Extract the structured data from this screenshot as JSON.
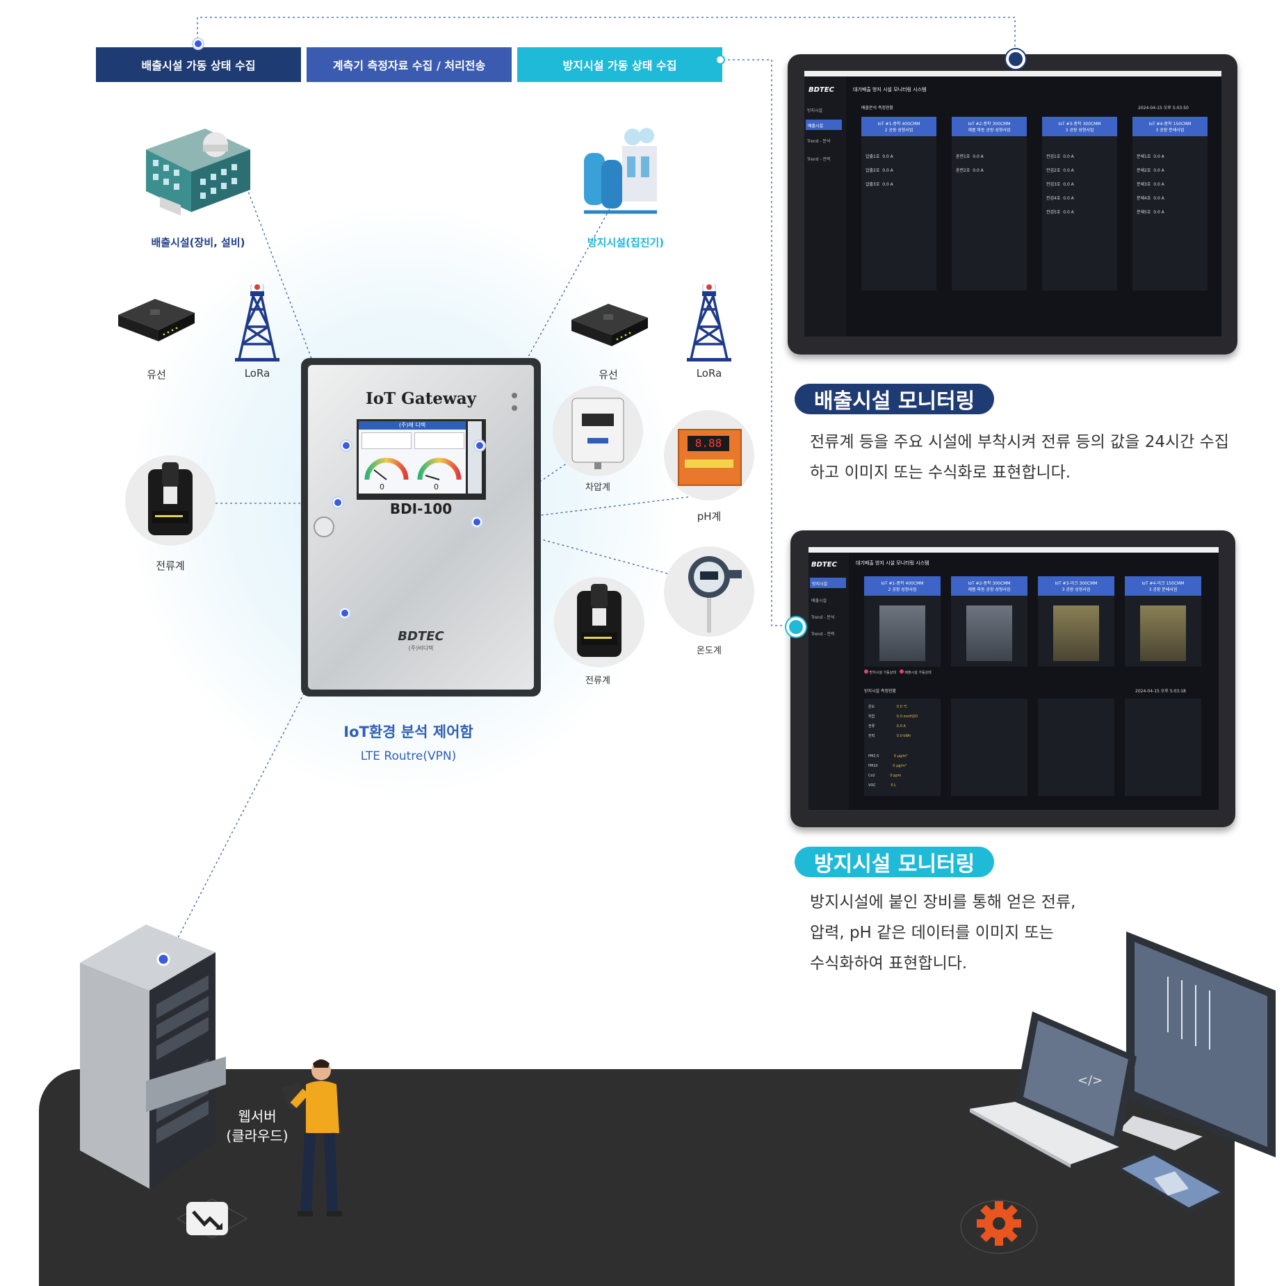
{
  "tabs": [
    {
      "label": "배출시설 가동 상태 수집",
      "color": "#1f3b73"
    },
    {
      "label": "계측기 측정자료 수집 /  처리전송",
      "color": "#3b5bb0"
    },
    {
      "label": "방지시설 가동 상태 수집",
      "color": "#1fbad8"
    }
  ],
  "facilities": {
    "emission": "배출시설(장비, 설비)",
    "prevention": "방지시설(집진기)"
  },
  "network": {
    "wired_left": "유선",
    "lora_left": "LoRa",
    "wired_right": "유선",
    "lora_right": "LoRa"
  },
  "gateway": {
    "title": "IoT Gateway",
    "model": "BDI-100",
    "screen_title": "(주)에 디텍",
    "gauge_left": "0",
    "gauge_right": "0",
    "brand": "BDTEC",
    "brand_sub": "(주)비디텍",
    "caption": "IoT환경 분석 제어함",
    "subcaption": "LTE Routre(VPN)"
  },
  "sensors": {
    "current_left": "전류계",
    "pressure": "차압계",
    "ph": "pH계",
    "ph_display": "8.88",
    "temperature": "온도계",
    "current_right": "전류계"
  },
  "monitor_emission": {
    "pill": "배출시설 모니터링",
    "pill_color": "#1f3b73",
    "text": "전류계 등을 주요 시설에 부착시켜 전류 등의 값을 24시간 수집하고 이미지 또는 수식화로 표현합니다.",
    "app_title": "대기배출 방지 시설 모니터링 시스템",
    "logo": "BDTEC",
    "menu": [
      "방지시설",
      "배출시설",
      "Trend - 분석",
      "Trend - 전력"
    ],
    "section": "배출분석 측정현황",
    "timestamp": "2024-04-15 오후 5:03:50",
    "cards": [
      {
        "title": "IoT #1-중착 400CMM",
        "sub": "2 공장 성형사업",
        "rows": [
          {
            "name": "압출1호",
            "value": "0.0 A"
          },
          {
            "name": "압출2호",
            "value": "0.0 A"
          },
          {
            "name": "압출3호",
            "value": "0.0 A"
          }
        ]
      },
      {
        "title": "IoT #2-중착 300CMM",
        "sub": "제품 파동 공장 성형사업",
        "rows": [
          {
            "name": "혼련1호",
            "value": "0.0 A"
          },
          {
            "name": "혼련2호",
            "value": "0.0 A"
          }
        ]
      },
      {
        "title": "IoT #3-중착 300CMM",
        "sub": "3 공장 성형사업",
        "rows": [
          {
            "name": "컨검1호",
            "value": "0.0 A"
          },
          {
            "name": "컨검2호",
            "value": "0.0 A"
          },
          {
            "name": "컨검3호",
            "value": "0.0 A"
          },
          {
            "name": "컨검4호",
            "value": "0.0 A"
          },
          {
            "name": "컨검5호",
            "value": "0.0 A"
          }
        ]
      },
      {
        "title": "IoT #4-중착 150CMM",
        "sub": "3 공장 분쇄사업",
        "rows": [
          {
            "name": "분쇄1호",
            "value": "0.0 A"
          },
          {
            "name": "분쇄2호",
            "value": "0.0 A"
          },
          {
            "name": "분쇄3호",
            "value": "0.0 A"
          },
          {
            "name": "분쇄4호",
            "value": "0.0 A"
          },
          {
            "name": "분쇄5호",
            "value": "0.0 A"
          }
        ]
      }
    ]
  },
  "monitor_prevention": {
    "pill": "방지시설 모니터링",
    "pill_color": "#1fbad8",
    "text_lines": [
      "방지시설에 붙인 장비를 통해 얻은 전류,",
      "압력, pH 같은 데이터를 이미지 또는",
      "수식화하여 표현합니다."
    ],
    "app_title": "대기배출 방지 시설 모니터링 시스템",
    "logo": "BDTEC",
    "menu": [
      "방지시설",
      "배출시설",
      "Trend - 분석",
      "Trend - 전력"
    ],
    "section": "방지시설 측정현황",
    "timestamp": "2024-04-15 오후 5:03:18",
    "cards": [
      {
        "title": "IoT #1-중착 400CMM",
        "sub": "2 공장 성형사업"
      },
      {
        "title": "IoT #2-중착 300CMM",
        "sub": "제품 파동 공장 성형사업"
      },
      {
        "title": "IoT #3-이크 300CMM",
        "sub": "3 공장 성형사업"
      },
      {
        "title": "IoT #4-이크 150CMM",
        "sub": "3 공장 분쇄사업"
      }
    ],
    "status": [
      "방지시설 가동상태",
      "배출시설 가동상태"
    ],
    "metrics": [
      {
        "name": "온도",
        "value": "0.0 ℃"
      },
      {
        "name": "차압",
        "value": "0.0 mmH2O"
      },
      {
        "name": "전류",
        "value": "0.0 A"
      },
      {
        "name": "전력",
        "value": "0.0 kWh"
      },
      {
        "name": "PM2.5",
        "value": "0 μg/m³"
      },
      {
        "name": "PM10",
        "value": "0 μg/m³"
      },
      {
        "name": "Co2",
        "value": "0 ppm"
      },
      {
        "name": "VOC",
        "value": "0 L"
      }
    ]
  },
  "server": {
    "label_line1": "웹서버",
    "label_line2": "(클라우드)"
  }
}
